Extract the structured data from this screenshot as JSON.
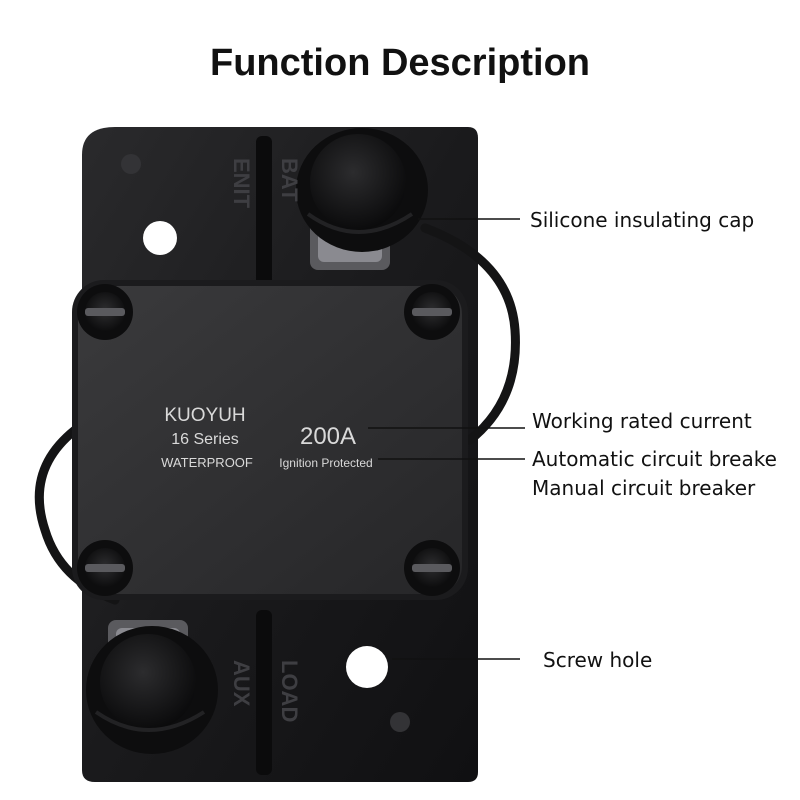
{
  "title": "Function Description",
  "device": {
    "brand": "KUOYUH",
    "series": "16 Series",
    "waterproof": "WATERPROOF",
    "rating": "200A",
    "ignition": "Ignition Protected",
    "terminal_top_left": "ENIT",
    "terminal_top_right": "BAT",
    "terminal_bottom_left": "AUX",
    "terminal_bottom_right": "LOAD"
  },
  "callouts": {
    "cap": "Silicone insulating cap",
    "current": "Working rated current",
    "breaker_auto": "Automatic circuit breake",
    "breaker_manual": "Manual circuit breaker",
    "screw": "Screw hole"
  }
}
